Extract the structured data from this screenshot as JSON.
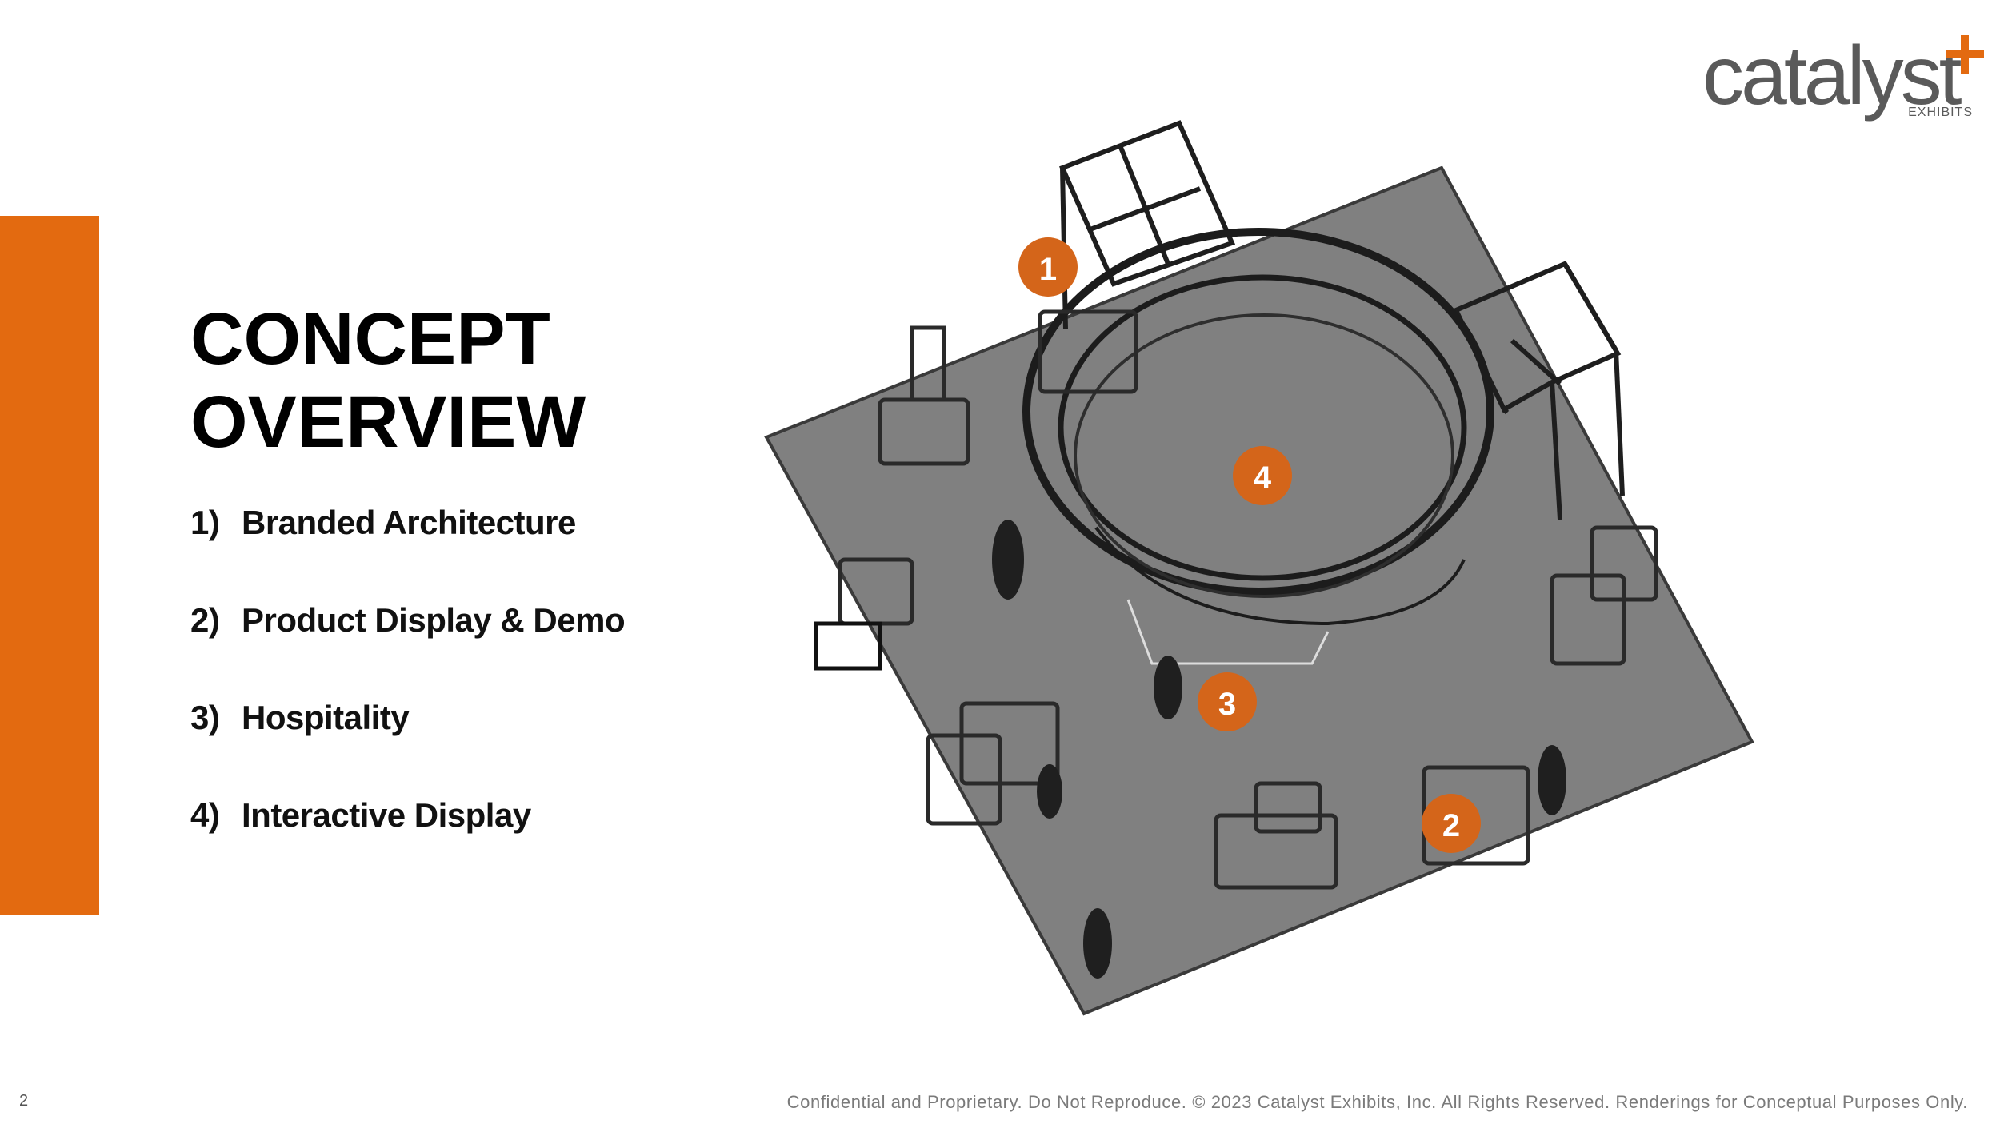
{
  "colors": {
    "accent": "#E36A10",
    "marker": "#D4651A",
    "floor": "#808080"
  },
  "title": {
    "line1": "CONCEPT",
    "line2": "OVERVIEW"
  },
  "items": [
    {
      "num": "1)",
      "label": "Branded Architecture"
    },
    {
      "num": "2)",
      "label": "Product Display & Demo"
    },
    {
      "num": "3)",
      "label": "Hospitality"
    },
    {
      "num": "4)",
      "label": "Interactive Display"
    }
  ],
  "markers": [
    "1",
    "2",
    "3",
    "4"
  ],
  "logo": {
    "wordmark": "catalyst",
    "sub": "EXHIBITS"
  },
  "page_number": "2",
  "footer": "Confidential and Proprietary.  Do Not Reproduce.  © 2023 Catalyst Exhibits, Inc.  All Rights Reserved. Renderings for Conceptual Purposes Only."
}
